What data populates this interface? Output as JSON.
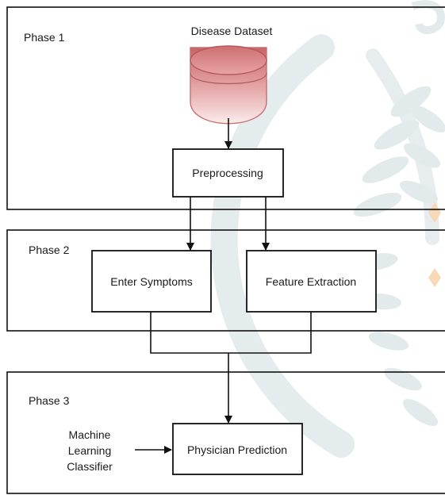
{
  "phases": [
    {
      "label": "Phase 1"
    },
    {
      "label": "Phase 2"
    },
    {
      "label": "Phase 3"
    }
  ],
  "nodes": {
    "dataset": {
      "label": "Disease Dataset"
    },
    "preprocessing": {
      "label": "Preprocessing"
    },
    "enter_symptoms": {
      "label": "Enter Symptoms"
    },
    "feature_extraction": {
      "label": "Feature Extraction"
    },
    "physician_prediction": {
      "label": "Physician Prediction"
    }
  },
  "classifier": {
    "lines": [
      "Machine",
      "Learning",
      "Classifier"
    ]
  },
  "edges": [
    {
      "from": "Disease Dataset",
      "to": "Preprocessing"
    },
    {
      "from": "Preprocessing",
      "to": "Enter Symptoms"
    },
    {
      "from": "Preprocessing",
      "to": "Feature Extraction"
    },
    {
      "from": "Enter Symptoms",
      "to": "Physician Prediction"
    },
    {
      "from": "Feature Extraction",
      "to": "Physician Prediction"
    },
    {
      "from": "Machine Learning Classifier",
      "to": "Physician Prediction"
    }
  ],
  "colors": {
    "line": "#111111",
    "dataset_fill_top": "#c86466",
    "dataset_fill_bottom": "#fbecec",
    "dataset_stroke": "#c67070",
    "watermark_green": "#dfe8ea",
    "watermark_orange": "#f5c89a"
  }
}
